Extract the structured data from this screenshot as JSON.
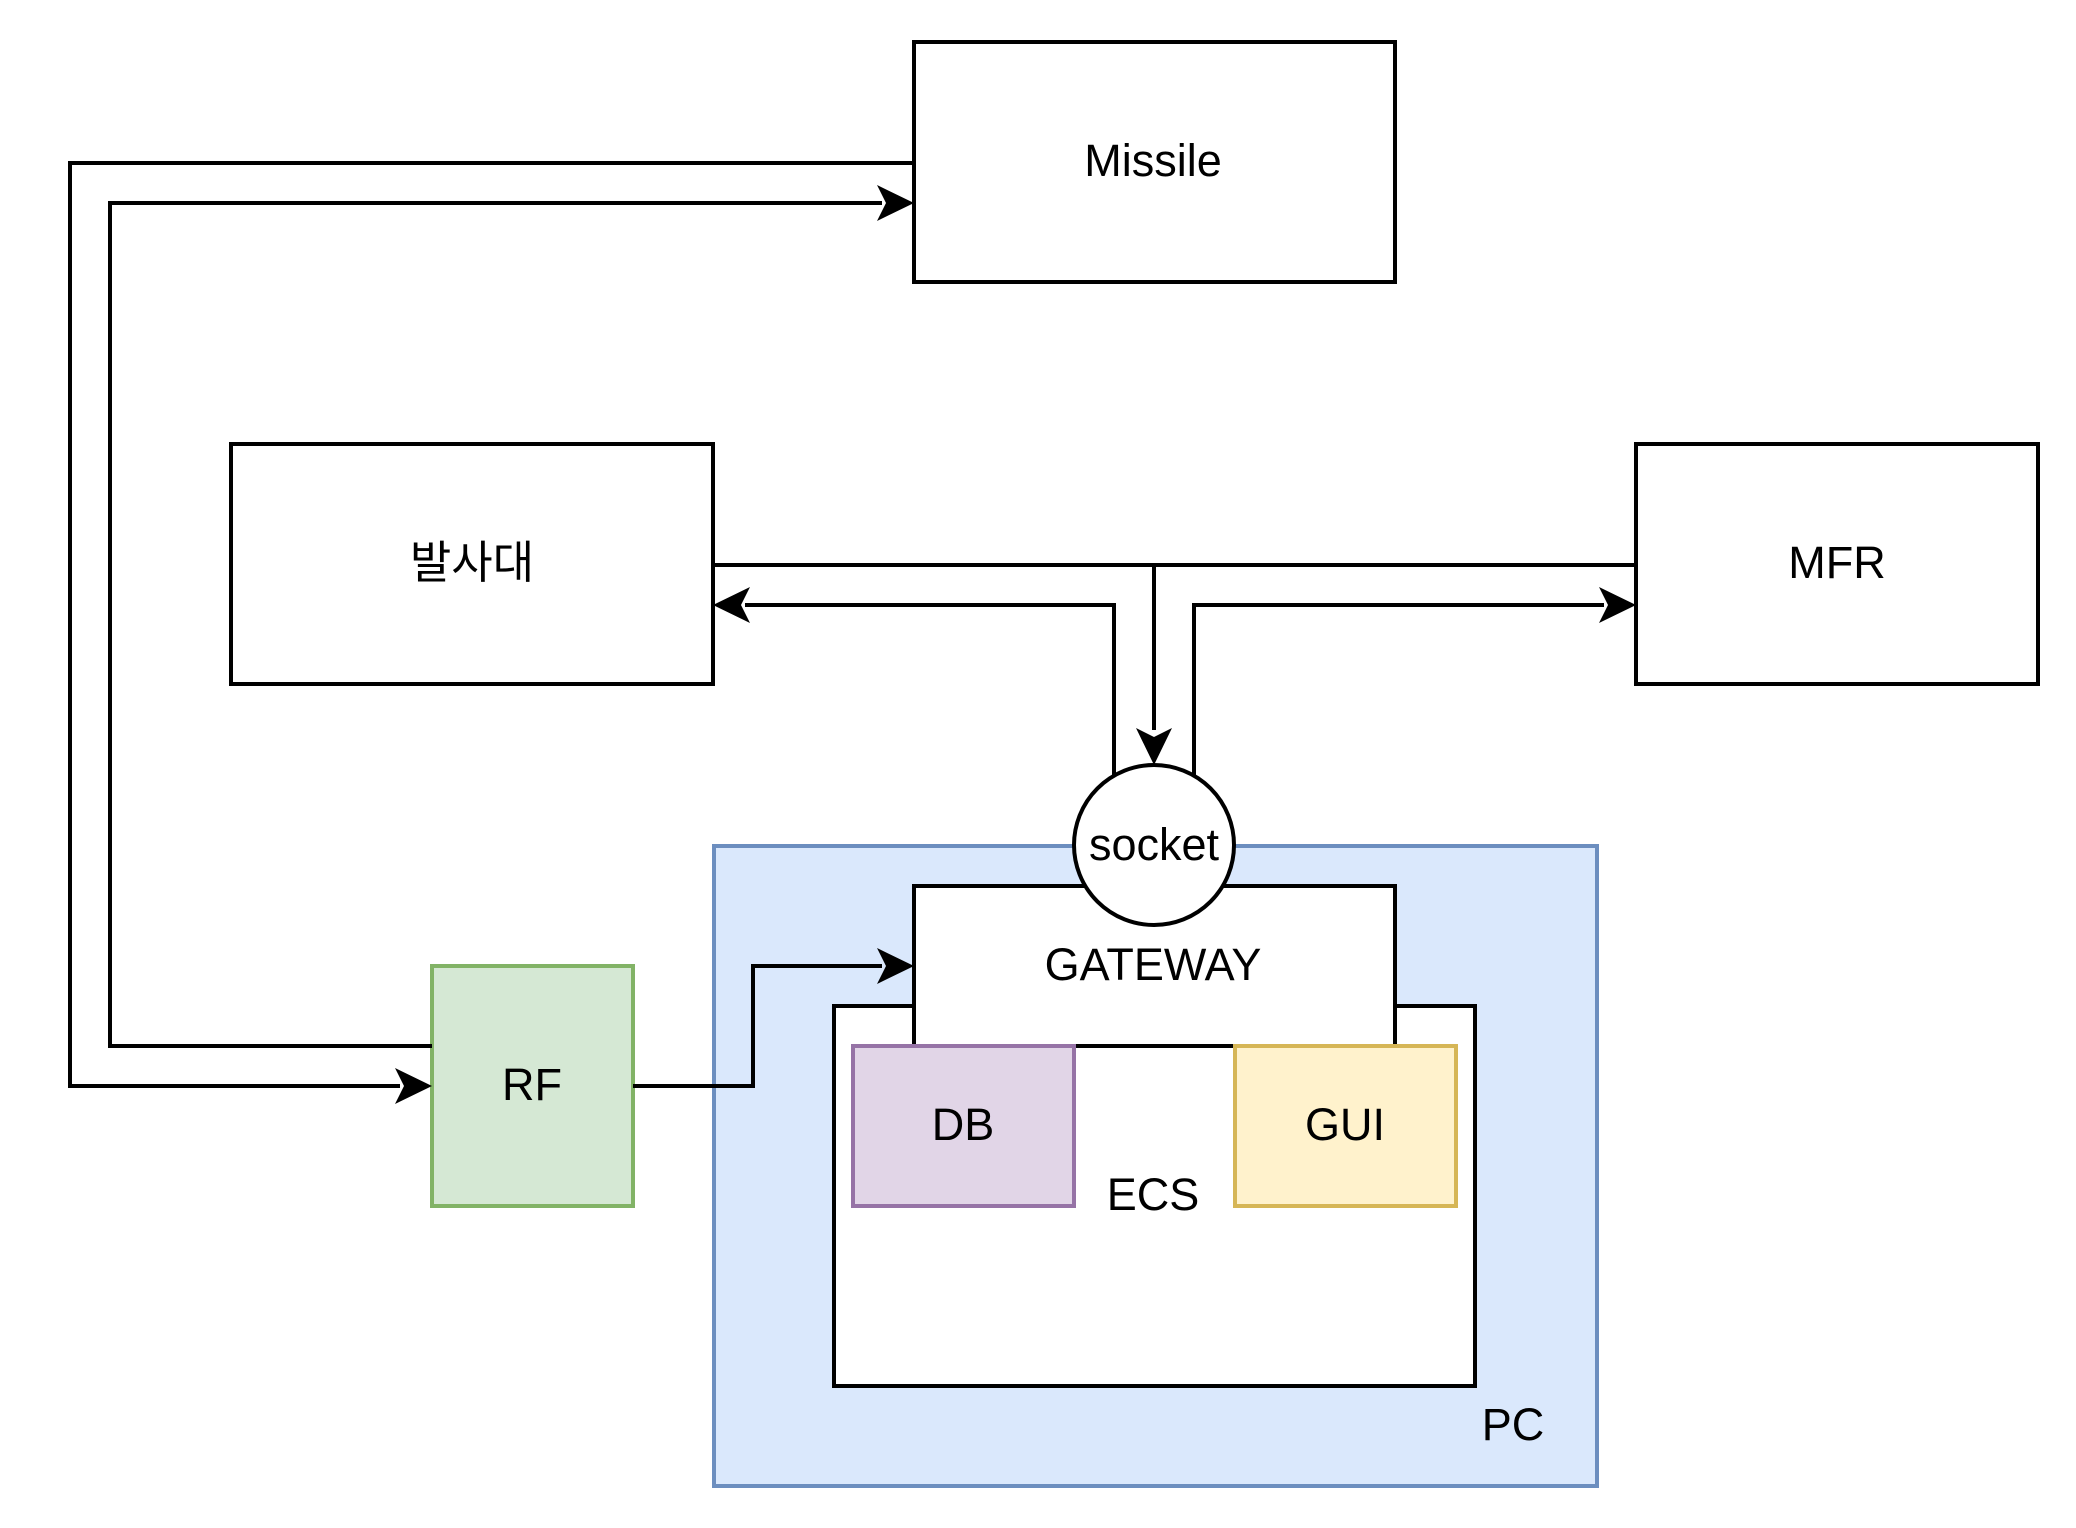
{
  "nodes": {
    "missile": "Missile",
    "launcher": "발사대",
    "mfr": "MFR",
    "rf": "RF",
    "pc": "PC",
    "gateway": "GATEWAY",
    "socket": "socket",
    "ecs": "ECS",
    "db": "DB",
    "gui": "GUI"
  },
  "colors": {
    "pc_fill": "#dae8fc",
    "pc_stroke": "#6c8ebf",
    "rf_fill": "#d5e8d4",
    "rf_stroke": "#82b366",
    "db_fill": "#e1d5e7",
    "db_stroke": "#9673a6",
    "gui_fill": "#fff2cc",
    "gui_stroke": "#d6b656",
    "line": "#000000"
  }
}
